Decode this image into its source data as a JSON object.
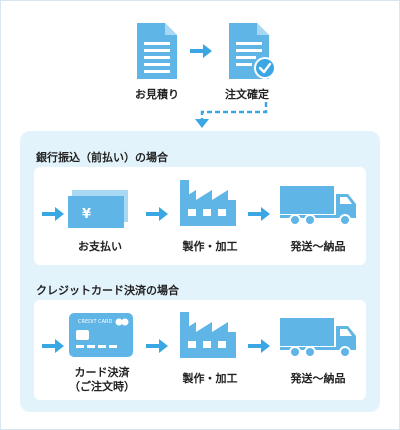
{
  "top": {
    "estimate_label": "お見積り",
    "order_label": "注文確定"
  },
  "bank_section": {
    "title": "銀行振込（前払い）の場合",
    "steps": [
      "お支払い",
      "製作・加工",
      "発送〜納品"
    ],
    "bill_symbol": "¥"
  },
  "card_section": {
    "title": "クレジットカード決済の場合",
    "steps": [
      "カード決済\n（ご注文時）",
      "製作・加工",
      "発送〜納品"
    ],
    "card_text": "CREDIT CARD"
  },
  "colors": {
    "accent": "#3aa7e4",
    "icon": "#5fb6e6",
    "panel": "#e3f3fb"
  }
}
